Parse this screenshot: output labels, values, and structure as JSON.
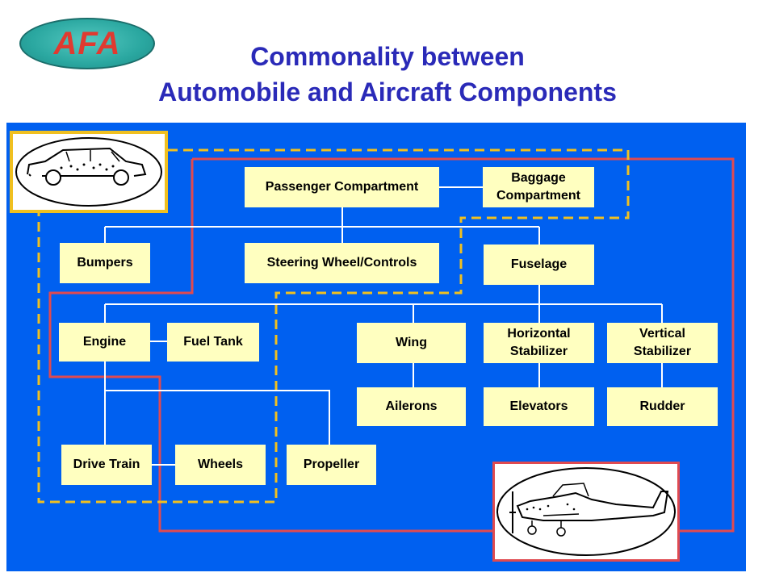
{
  "logo": {
    "text": "AFA"
  },
  "title": {
    "line1": "Commonality between",
    "line2": "Automobile and Aircraft Components"
  },
  "boxes": {
    "passenger": "Passenger Compartment",
    "baggage_l1": "Baggage",
    "baggage_l2": "Compartment",
    "bumpers": "Bumpers",
    "steering": "Steering Wheel/Controls",
    "fuselage": "Fuselage",
    "engine": "Engine",
    "fuel_tank": "Fuel Tank",
    "wing": "Wing",
    "hstab_l1": "Horizontal",
    "hstab_l2": "Stabilizer",
    "vstab_l1": "Vertical",
    "vstab_l2": "Stabilizer",
    "ailerons": "Ailerons",
    "elevators": "Elevators",
    "rudder": "Rudder",
    "drive_train": "Drive Train",
    "wheels": "Wheels",
    "propeller": "Propeller"
  },
  "colors": {
    "panel": "#0060f0",
    "box_fill": "#ffffc0",
    "automobile_outline": "#f0c020",
    "aircraft_outline": "#e04a50",
    "title": "#2a2ab8"
  }
}
